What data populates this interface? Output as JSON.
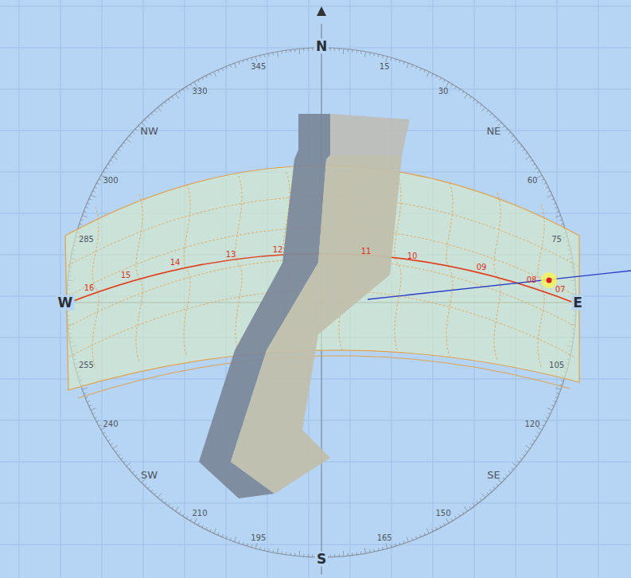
{
  "diagram": {
    "labels": [
      "N",
      "15",
      "30",
      "NE",
      "60",
      "75",
      "E",
      "105",
      "120",
      "SE",
      "150",
      "165",
      "S",
      "195",
      "210",
      "SW",
      "240",
      "255",
      "W",
      "285",
      "300",
      "NW",
      "330",
      "345",
      "16",
      "15",
      "14",
      "13",
      "12",
      "11",
      "10",
      "09",
      "08",
      "07"
    ]
  }
}
